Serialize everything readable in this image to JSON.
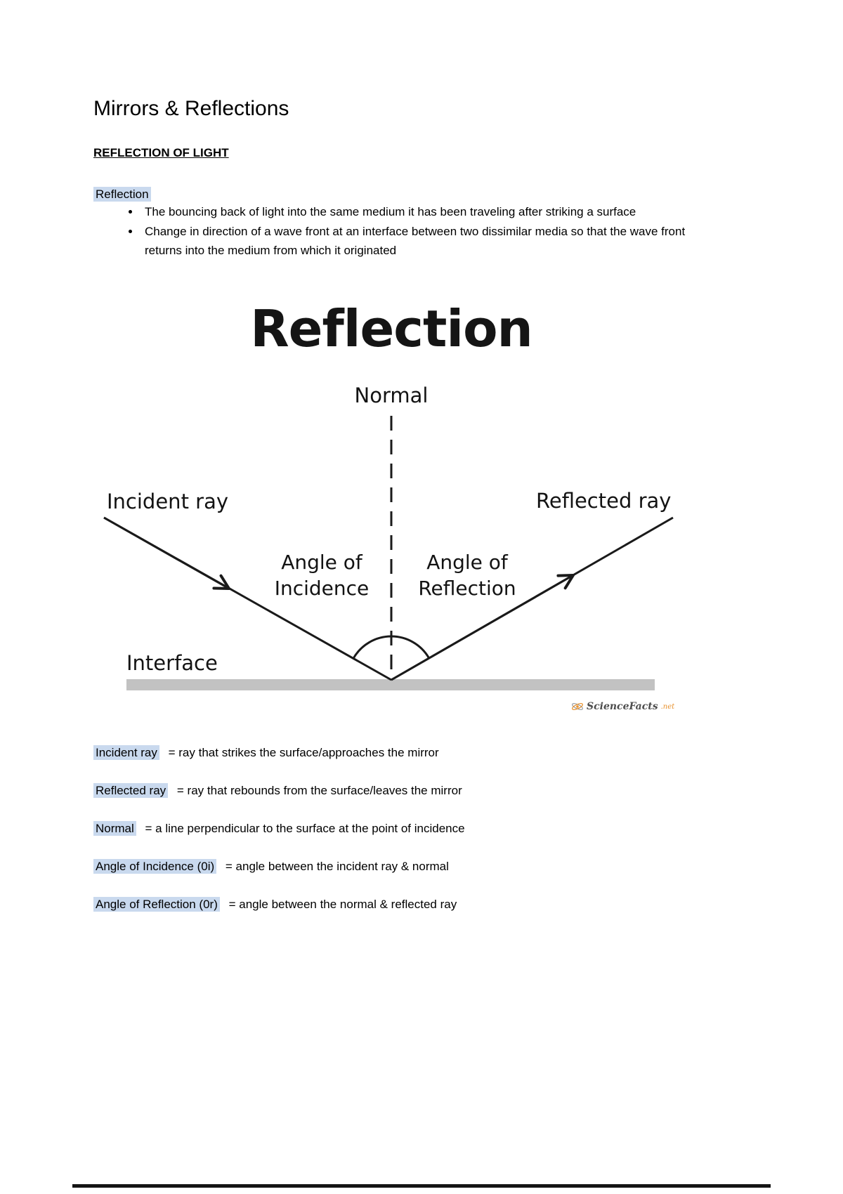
{
  "document": {
    "title": "Mirrors & Reflections",
    "section_heading": "REFLECTION OF LIGHT",
    "intro_term": "Reflection",
    "bullets": [
      "The bouncing back of light into the same medium it has been traveling after striking a surface",
      "Change in direction of a wave front at an interface between two dissimilar media so that the wave front returns into the medium from which it originated"
    ]
  },
  "diagram": {
    "title": "Reflection",
    "normal_label": "Normal",
    "incident_ray_label": "Incident ray",
    "reflected_ray_label": "Reflected ray",
    "angle_of_incidence": {
      "line1": "Angle of",
      "line2": "Incidence"
    },
    "angle_of_reflection": {
      "line1": "Angle of",
      "line2": "Reflection"
    },
    "interface_label": "Interface",
    "watermark": {
      "icon": "atom-icon",
      "text": "ScienceFacts",
      "suffix": ".net"
    }
  },
  "definitions": [
    {
      "term": "Incident ray",
      "definition": "= ray that strikes the surface/approaches the mirror"
    },
    {
      "term": "Reflected ray",
      "definition": "= ray that rebounds from the surface/leaves the mirror"
    },
    {
      "term": "Normal",
      "definition": "= a line perpendicular to the surface at the point of incidence"
    },
    {
      "term": "Angle of Incidence (0i)",
      "definition": "= angle between the incident ray & normal"
    },
    {
      "term": "Angle of Reflection (0r)",
      "definition": "= angle between the normal & reflected ray"
    }
  ],
  "colors": {
    "highlight": "#c9d9ee",
    "interface_bar": "#c2c2c2",
    "ink": "#1a1a1a",
    "watermark_accent": "#e8912d"
  }
}
